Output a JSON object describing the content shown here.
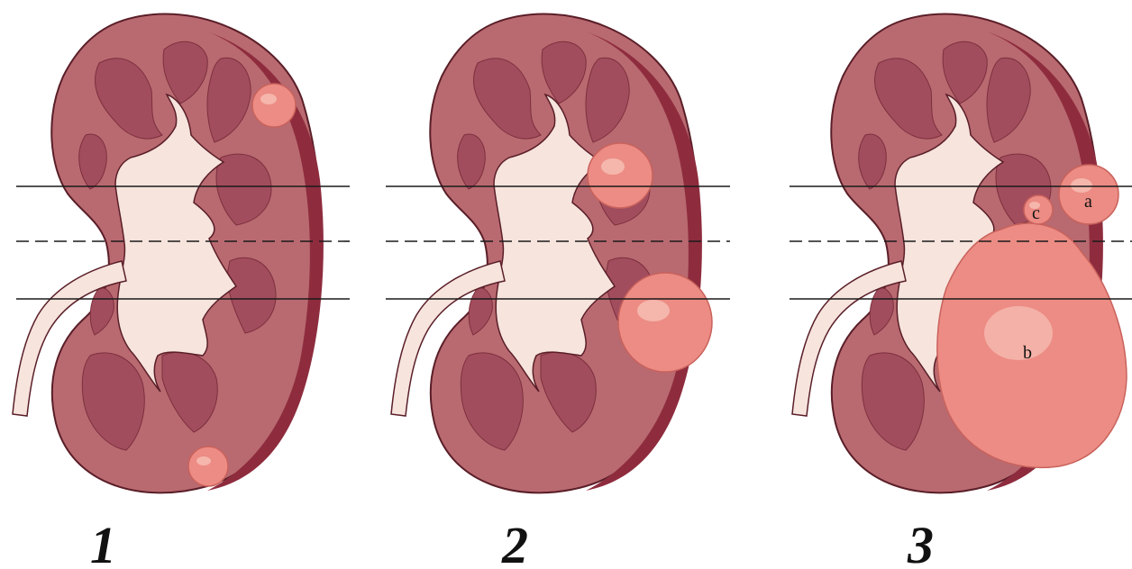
{
  "panels": [
    {
      "number": "1"
    },
    {
      "number": "2"
    },
    {
      "number": "3",
      "tumor_labels": {
        "a": "a",
        "b": "b",
        "c": "c"
      }
    }
  ],
  "colors": {
    "cortex": "#b96a70",
    "cortex_dark": "#a0505a",
    "capsule": "#8e2c3e",
    "pyramid": "#a24d5d",
    "pelvis": "#f6e4dd",
    "tumor": "#ec8c84",
    "tumor_highlight": "#f8c0b6",
    "line": "#1a1a1a"
  },
  "reference_lines": [
    "solid",
    "dashed",
    "solid"
  ]
}
